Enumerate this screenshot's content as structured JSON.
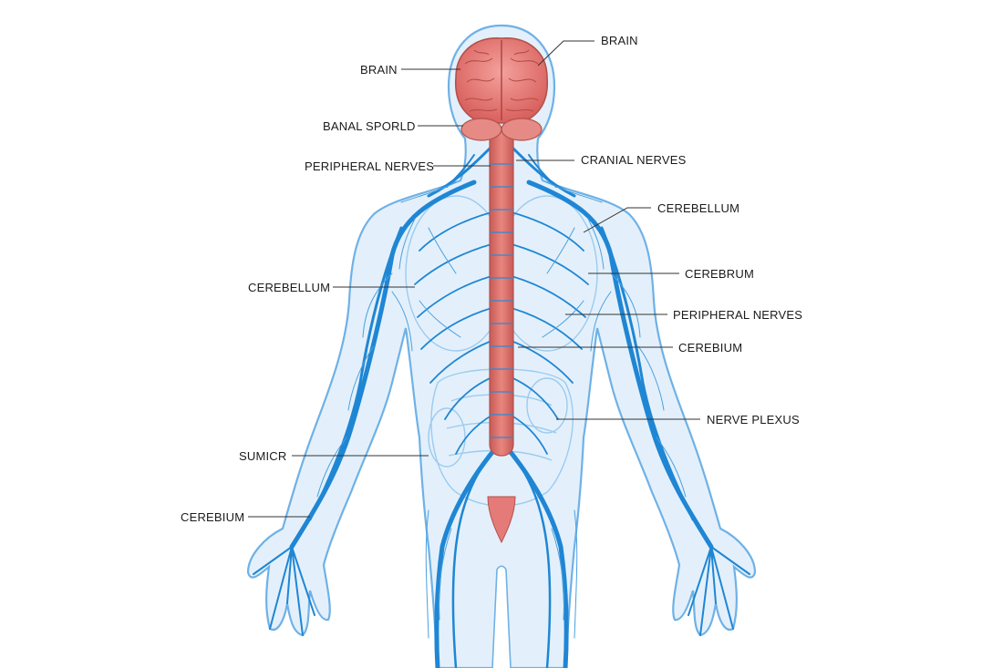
{
  "colors": {
    "background": "#ffffff",
    "nerve": "#1f86d4",
    "nerve_light": "#8cc3ee",
    "body_fill": "#e3f0fb",
    "brain": "#e47b78",
    "spinal_cord": "#d9706a",
    "leader_line": "#333333",
    "label_text": "#1b1b1b"
  },
  "labels": [
    {
      "id": "brain_top_right",
      "text": "BRAIN",
      "side": "right"
    },
    {
      "id": "brain_left",
      "text": "BRAIN",
      "side": "left"
    },
    {
      "id": "banal_sporld",
      "text": "BANAL SPORLD",
      "side": "left"
    },
    {
      "id": "peripheral_nerves_left",
      "text": "PERIPHERAL NERVES",
      "side": "left"
    },
    {
      "id": "cranial_nerves",
      "text": "CRANIAL NERVES",
      "side": "right"
    },
    {
      "id": "cerebellum_right",
      "text": "CEREBELLUM",
      "side": "right"
    },
    {
      "id": "cerebrum",
      "text": "CEREBRUM",
      "side": "right"
    },
    {
      "id": "cerebellum_left",
      "text": "CEREBELLUM",
      "side": "left"
    },
    {
      "id": "peripheral_nerves_right",
      "text": "PERIPHERAL NERVES",
      "side": "right"
    },
    {
      "id": "cerebium_right",
      "text": "CEREBIUM",
      "side": "right"
    },
    {
      "id": "nerve_plexus",
      "text": "NERVE PLEXUS",
      "side": "right"
    },
    {
      "id": "sumicr",
      "text": "SUMICR",
      "side": "left"
    },
    {
      "id": "cerebium_left",
      "text": "CEREBIUM",
      "side": "left"
    }
  ]
}
